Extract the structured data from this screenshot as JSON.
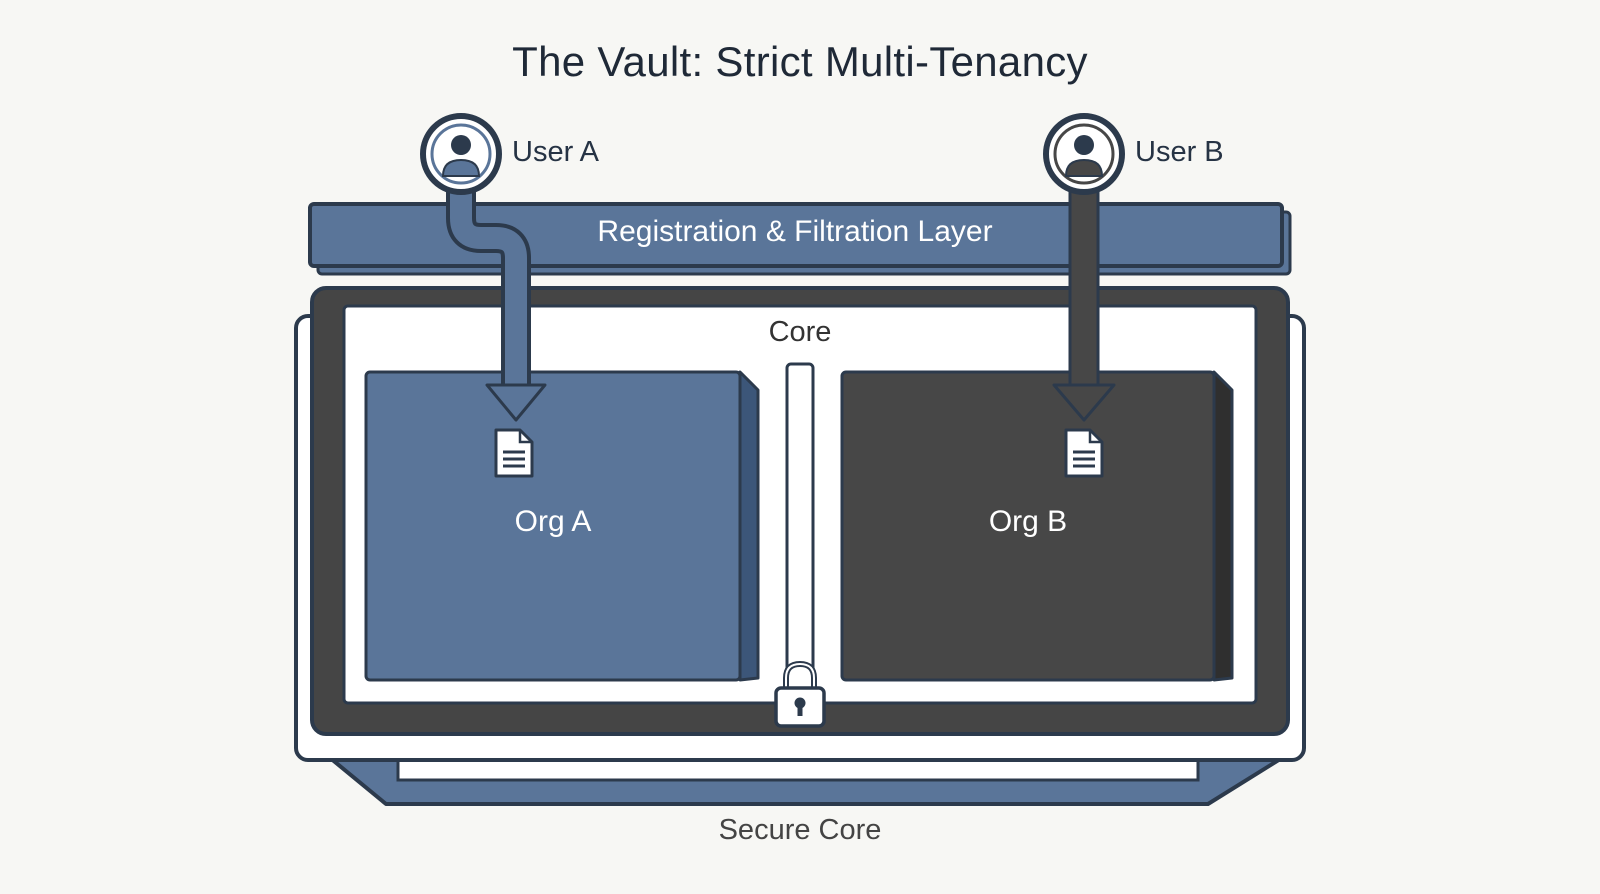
{
  "title": "The Vault: Strict Multi-Tenancy",
  "users": {
    "a": {
      "label": "User A",
      "icon": "user-avatar-icon"
    },
    "b": {
      "label": "User B",
      "icon": "user-avatar-icon"
    }
  },
  "layer": {
    "label": "Registration & Filtration Layer"
  },
  "core": {
    "label": "Core"
  },
  "orgs": {
    "a": {
      "label": "Org A",
      "icon": "document-icon"
    },
    "b": {
      "label": "Org B",
      "icon": "document-icon"
    }
  },
  "base": {
    "label": "Secure Core",
    "icon": "padlock-icon"
  },
  "colors": {
    "blue": "#5a7599",
    "dark": "#474747",
    "outline": "#2c3a4c",
    "background": "#f7f7f4"
  }
}
